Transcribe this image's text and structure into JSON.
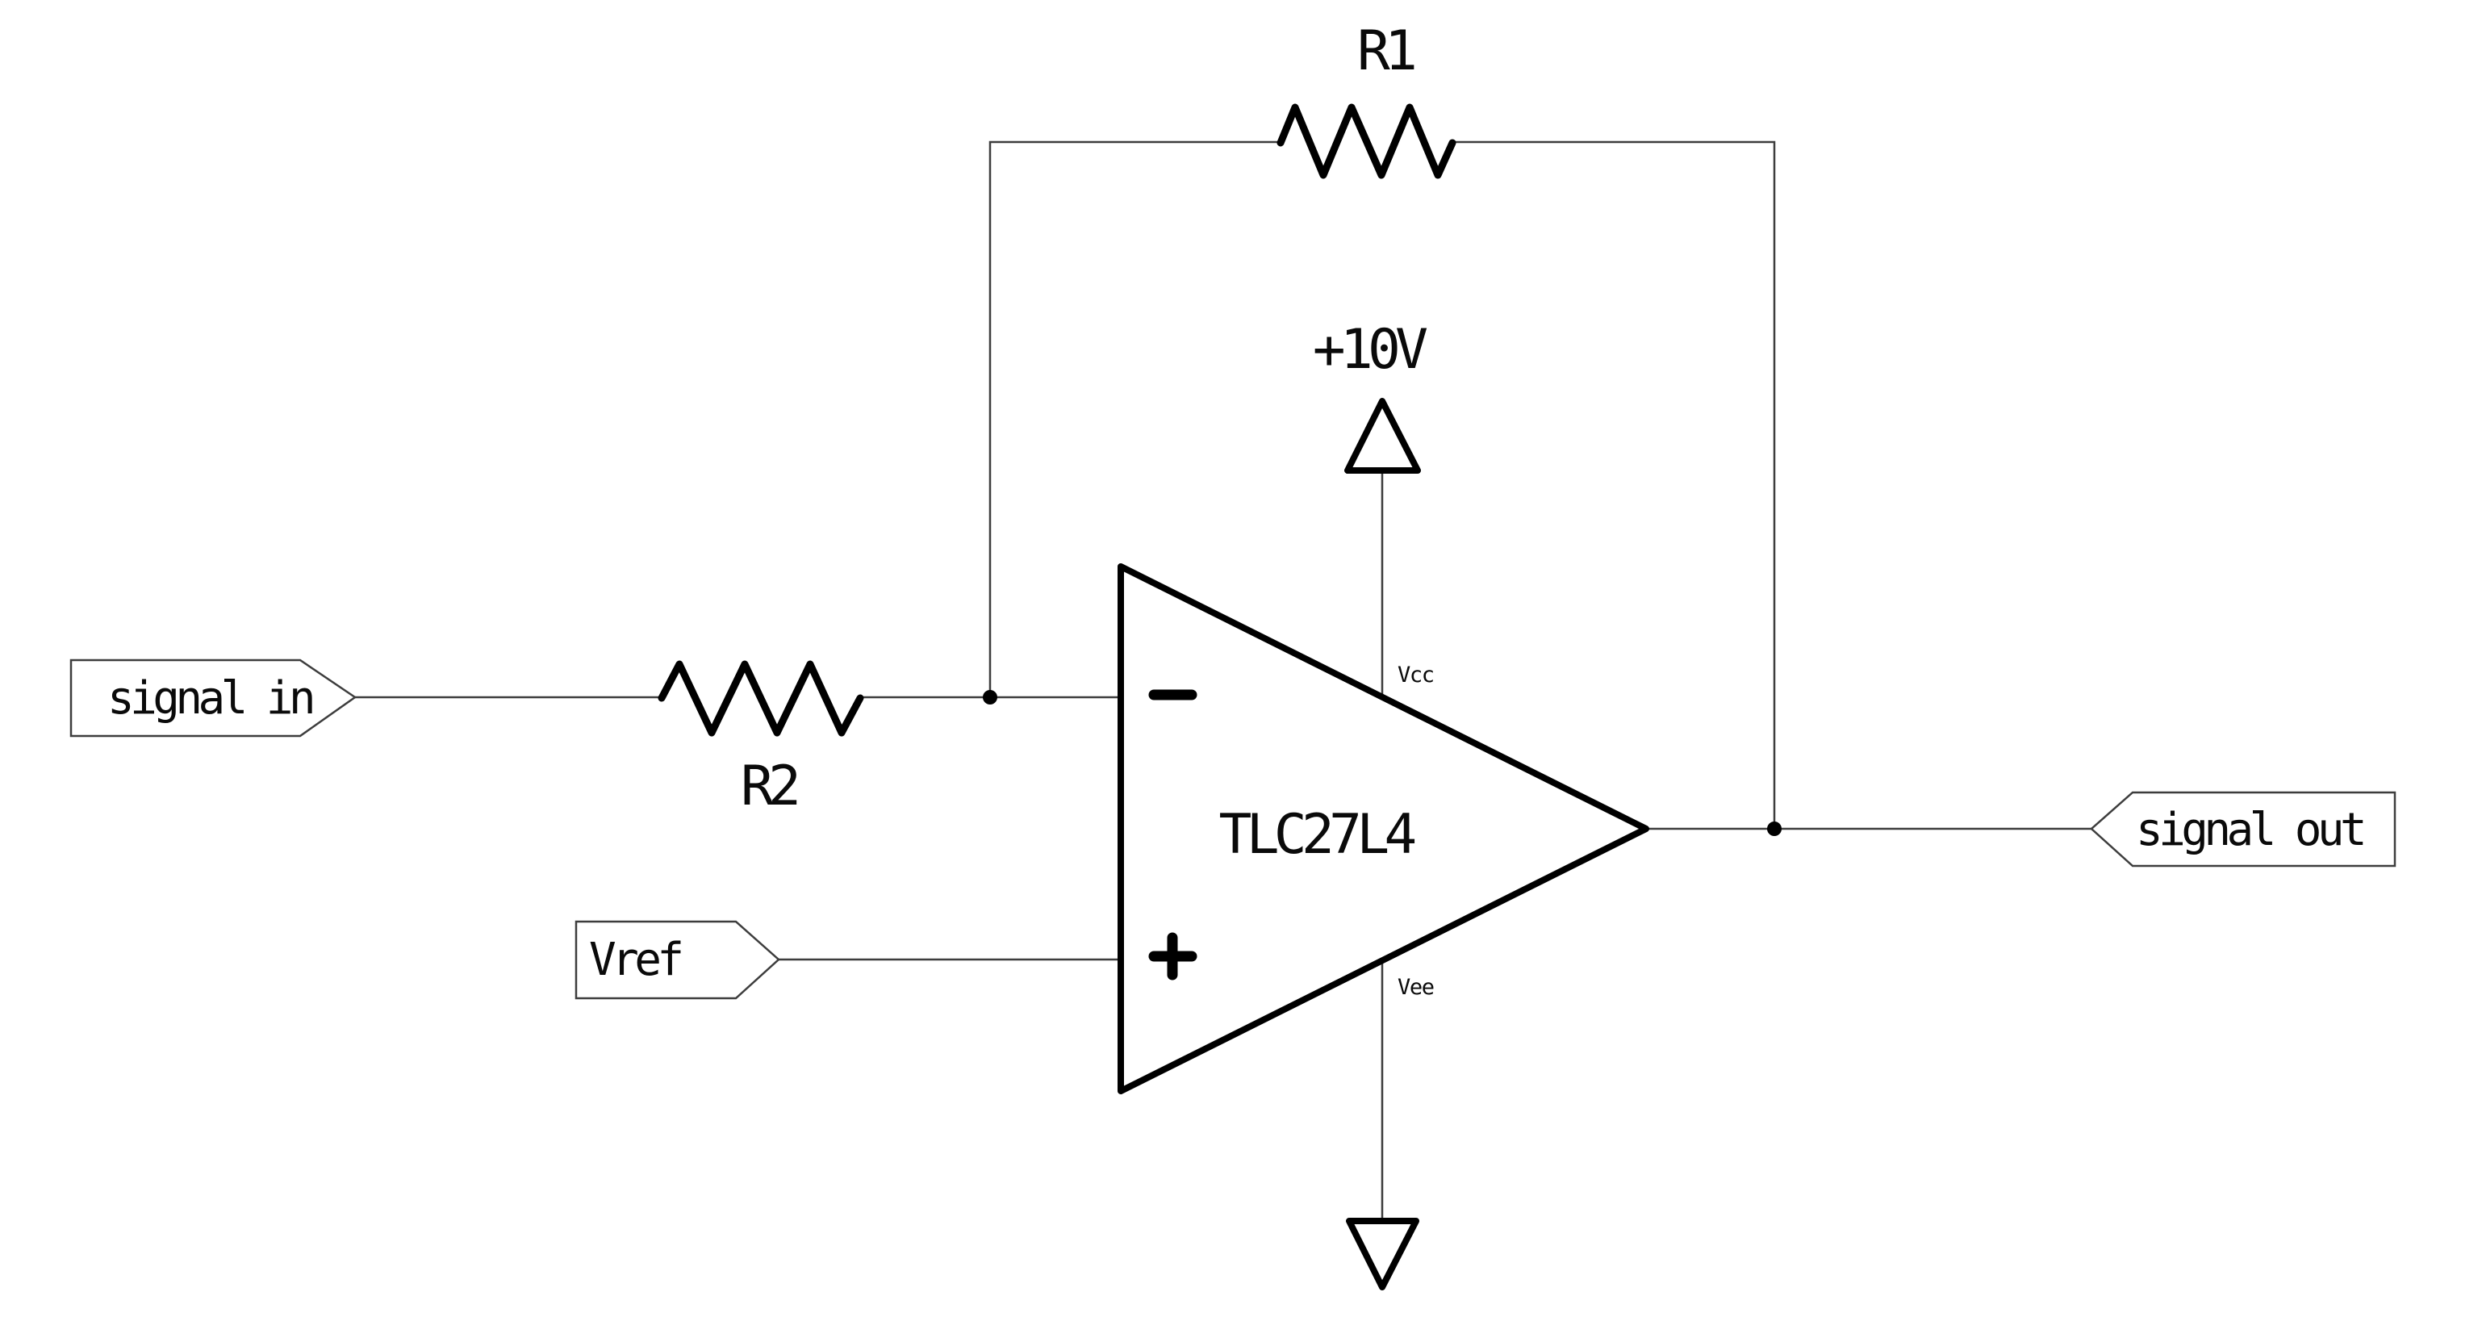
{
  "schematic": {
    "type": "op-amp inverting amplifier circuit",
    "labels": {
      "r1": "R1",
      "r2": "R2",
      "supply": "+10V",
      "part": "TLC27L4",
      "vcc_pin": "Vcc",
      "vee_pin": "Vee",
      "input_port": "signal in",
      "reference_port": "Vref",
      "output_port": "signal out"
    },
    "icons": {
      "inverting_input": "minus-icon",
      "noninverting_input": "plus-icon",
      "positive_supply": "power-up-arrow-icon",
      "negative_supply": "power-down-arrow-icon"
    },
    "colors": {
      "background": "#ffffff",
      "wire": "#3d3d3d",
      "component": "#000000",
      "text": "#0a0a0a"
    }
  }
}
